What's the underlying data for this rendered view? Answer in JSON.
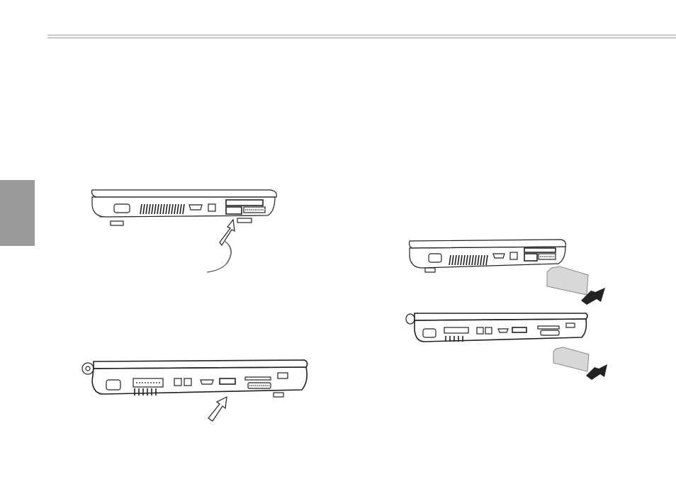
{
  "page": {
    "accent_gray": "#9a9a9a",
    "line_color": "#222222"
  },
  "figures": [
    {
      "id": "laptop-side-a-usb",
      "icon": "arrow-insert-icon"
    },
    {
      "id": "laptop-side-b-usb",
      "icon": "arrow-insert-icon"
    },
    {
      "id": "laptop-side-a-card",
      "icon": "memory-card-icon"
    },
    {
      "id": "laptop-side-b-card",
      "icon": "memory-card-icon"
    }
  ]
}
